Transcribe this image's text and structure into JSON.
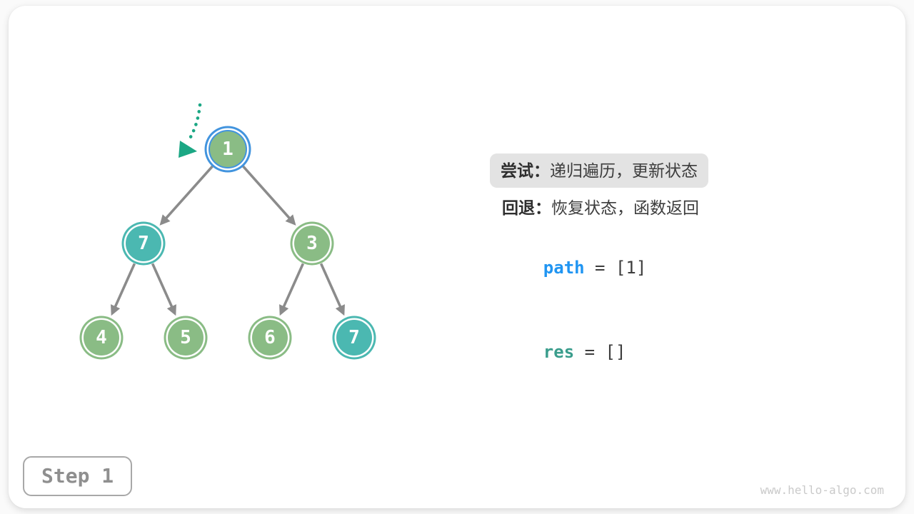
{
  "colors": {
    "node_green": "#8abc85",
    "node_teal": "#4bb8b1",
    "highlight_blue": "#4294de",
    "path_blue": "#2095f2",
    "res_teal": "#3a9d8c",
    "arrow_teal": "#1ba784",
    "edge_gray": "#8b8b8b"
  },
  "tree": {
    "nodes": [
      {
        "label": "1",
        "variant": "current-green",
        "role": "root, current node"
      },
      {
        "label": "7",
        "variant": "teal",
        "role": "left child of 1"
      },
      {
        "label": "3",
        "variant": "green",
        "role": "right child of 1"
      },
      {
        "label": "4",
        "variant": "green",
        "role": "left child of 7"
      },
      {
        "label": "5",
        "variant": "green",
        "role": "right child of 7"
      },
      {
        "label": "6",
        "variant": "green",
        "role": "left child of 3"
      },
      {
        "label": "7",
        "variant": "teal",
        "role": "right child of 3"
      }
    ],
    "edges": [
      [
        "1",
        "7"
      ],
      [
        "1",
        "3"
      ],
      [
        "7",
        "4"
      ],
      [
        "7",
        "5"
      ],
      [
        "3",
        "6"
      ],
      [
        "3",
        "7"
      ]
    ],
    "pointer": "dotted-arrow-to-root"
  },
  "panel": {
    "try_label": "尝试：",
    "try_text": "递归遍历，更新状态",
    "back_label": "回退：",
    "back_text": "恢复状态，函数返回",
    "path_var": "path",
    "path_value": " = [1]",
    "res_var": "res",
    "res_value": " = []"
  },
  "step_badge": {
    "label": "Step 1"
  },
  "watermark": "www.hello-algo.com"
}
